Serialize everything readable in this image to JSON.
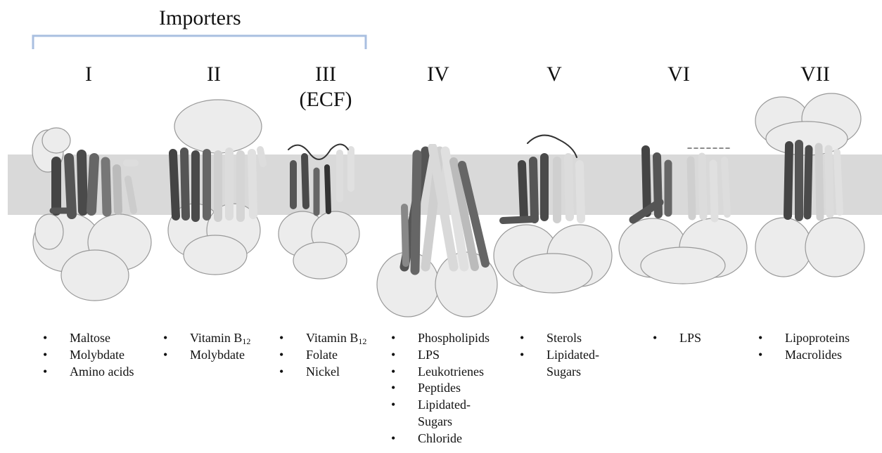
{
  "header": {
    "title": "Importers"
  },
  "colors": {
    "bracket": "#a9bfe0",
    "membrane": "#d9d9d9",
    "nbd_fill": "#ececec",
    "tmd_dark": "#555555",
    "tmd_light": "#dedede"
  },
  "types": [
    {
      "numeral": "I",
      "substrates": [
        "Maltose",
        "Molybdate",
        "Amino acids"
      ]
    },
    {
      "numeral": "II",
      "substrates": [
        {
          "text": "Vitamin B",
          "sub": "12"
        },
        "Molybdate"
      ]
    },
    {
      "numeral": "III",
      "subtitle": "(ECF)",
      "substrates": [
        {
          "text": "Vitamin B",
          "sub": "12"
        },
        "Folate",
        "Nickel"
      ]
    },
    {
      "numeral": "IV",
      "substrates": [
        "Phospholipids",
        "LPS",
        "Leukotrienes",
        "Peptides",
        {
          "line1": "Lipidated-",
          "line2": "Sugars"
        },
        "Chloride"
      ]
    },
    {
      "numeral": "V",
      "substrates": [
        "Sterols",
        {
          "line1": "Lipidated-",
          "line2": "Sugars"
        }
      ]
    },
    {
      "numeral": "VI",
      "substrates": [
        "LPS"
      ]
    },
    {
      "numeral": "VII",
      "substrates": [
        "Lipoproteins",
        "Macrolides"
      ]
    }
  ]
}
